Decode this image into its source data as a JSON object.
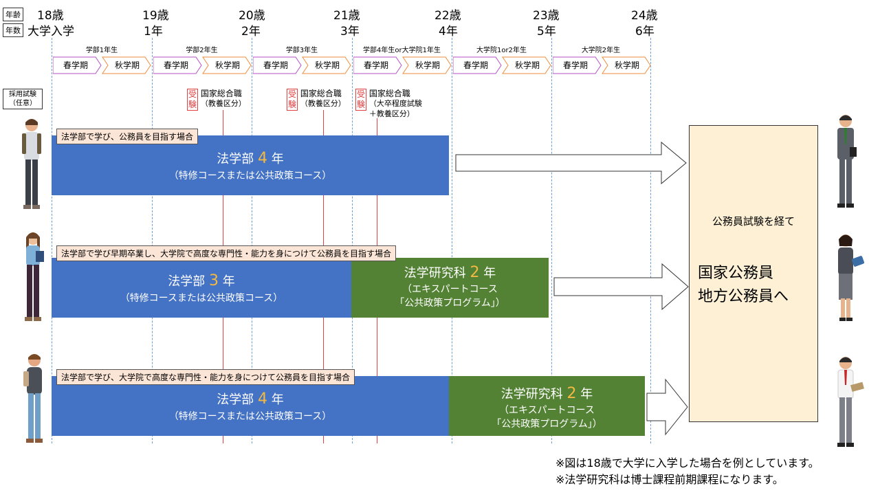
{
  "header": {
    "age_label": "年齢",
    "year_label": "年数",
    "exam_label": "採用試験\n（任意）"
  },
  "ages": [
    "18歳",
    "19歳",
    "20歳",
    "21歳",
    "22歳",
    "23歳",
    "24歳"
  ],
  "years": [
    "大学入学",
    "1年",
    "2年",
    "3年",
    "4年",
    "5年",
    "6年"
  ],
  "terms": [
    "学部1年生",
    "学部2年生",
    "学部3年生",
    "学部4年生or大学院1年生",
    "大学院1or2年生",
    "大学院2年生"
  ],
  "semester": {
    "spring": "春学期",
    "autumn": "秋学期"
  },
  "exams": [
    {
      "mark": "受験",
      "name": "国家総合職",
      "detail": "（教養区分）"
    },
    {
      "mark": "受験",
      "name": "国家総合職",
      "detail": "（教養区分）"
    },
    {
      "mark": "受験",
      "name": "国家総合職",
      "detail": "（大卒程度試験\n＋教養区分）"
    }
  ],
  "cases": [
    {
      "label": "法学部で学び、公務員を目指す場合",
      "bars": [
        {
          "name": "法学部",
          "num": "4",
          "unit": "年",
          "sub": "（特修コースまたは公共政策コース）"
        }
      ]
    },
    {
      "label": "法学部で学び早期卒業し、大学院で高度な専門性・能力を身につけて公務員を目指す場合",
      "bars": [
        {
          "name": "法学部",
          "num": "3",
          "unit": "年",
          "sub": "（特修コースまたは公共政策コース）"
        },
        {
          "name": "法学研究科",
          "num": "2",
          "unit": "年",
          "sub": "（エキスパートコース\n「公共政策プログラム」）"
        }
      ]
    },
    {
      "label": "法学部で学び、大学院で高度な専門性・能力を身につけて公務員を目指す場合",
      "bars": [
        {
          "name": "法学部",
          "num": "4",
          "unit": "年",
          "sub": "（特修コースまたは公共政策コース）"
        },
        {
          "name": "法学研究科",
          "num": "2",
          "unit": "年",
          "sub": "（エキスパートコース\n「公共政策プログラム」）"
        }
      ]
    }
  ],
  "goal": {
    "pre": "公務員試験を経て",
    "main": "国家公務員\n地方公務員へ"
  },
  "notes": [
    "※図は18歳で大学に入学した場合を例としています。",
    "※法学研究科は博士課程前期課程になります。"
  ],
  "colors": {
    "blue": "#4472c4",
    "green": "#548235",
    "accent": "#f4b942",
    "goal_bg": "#fdf0d5",
    "label_bg": "#fbe5d6"
  }
}
